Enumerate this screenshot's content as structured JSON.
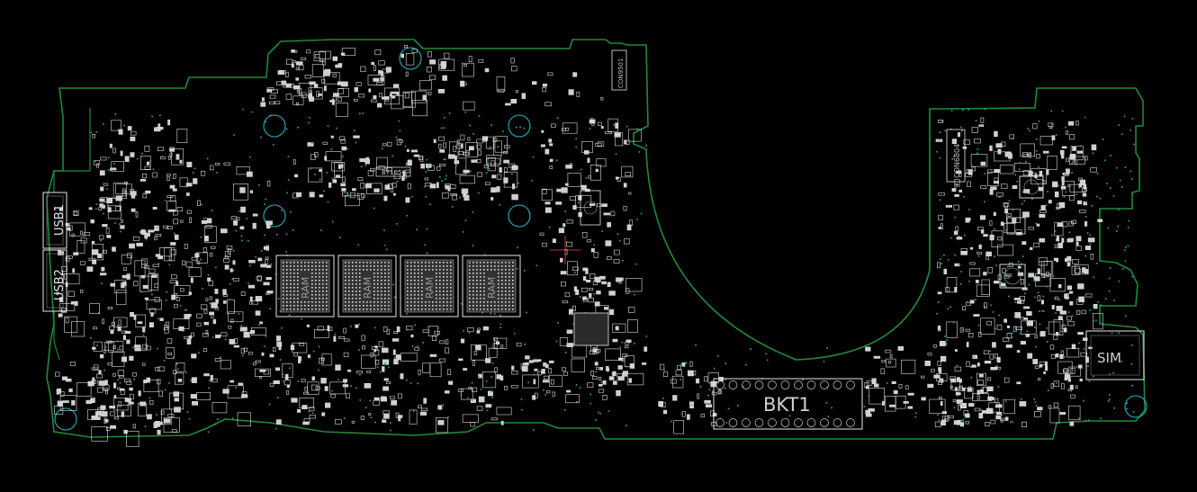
{
  "board": {
    "background": "#000000",
    "outline_color": "#1f8a3a",
    "silk_color": "#e6e6e6",
    "via_color": "#2ea8a8",
    "hole_color": "#1fb3c0",
    "cursor_color": "#ff4444"
  },
  "labels": {
    "usb1": "USB1",
    "usb2": "USB2",
    "ram1": "RAM",
    "ram2": "RAM",
    "ram3": "RAM",
    "ram4": "RAM",
    "bkt1": "BKT1",
    "sim": "SIM",
    "con_top": "CON9501",
    "con_right": "CON6804",
    "chip_small": "BT1056"
  }
}
